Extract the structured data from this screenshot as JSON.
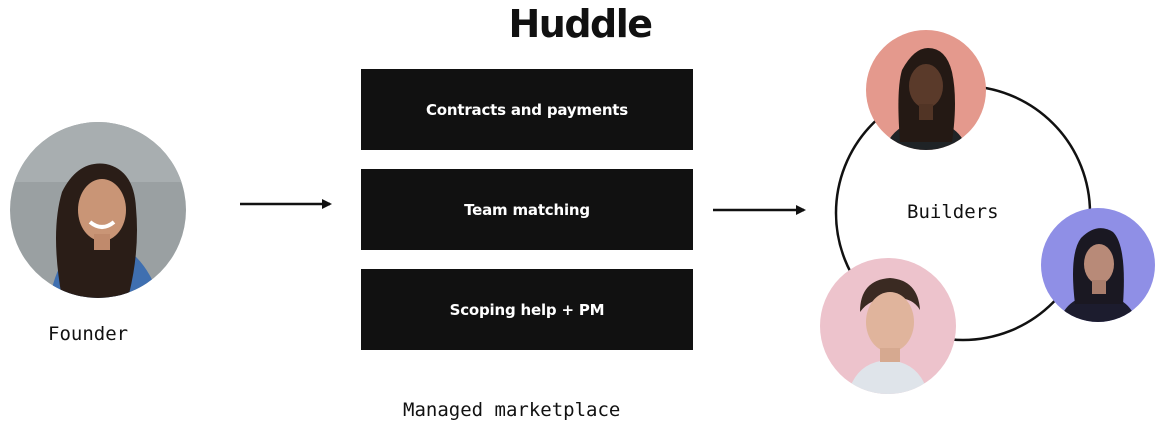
{
  "brand": {
    "name": "Huddle"
  },
  "services": [
    {
      "label": "Contracts and payments"
    },
    {
      "label": "Team matching"
    },
    {
      "label": "Scoping help + PM"
    }
  ],
  "labels": {
    "founder": "Founder",
    "builders": "Builders",
    "marketplace": "Managed marketplace"
  },
  "colors": {
    "block": "#111111",
    "founder_bg": "#9aa0a2",
    "builder_top_bg": "#e4998d",
    "builder_right_bg": "#8f8fe6",
    "builder_bottom_bg": "#edc3cc"
  }
}
